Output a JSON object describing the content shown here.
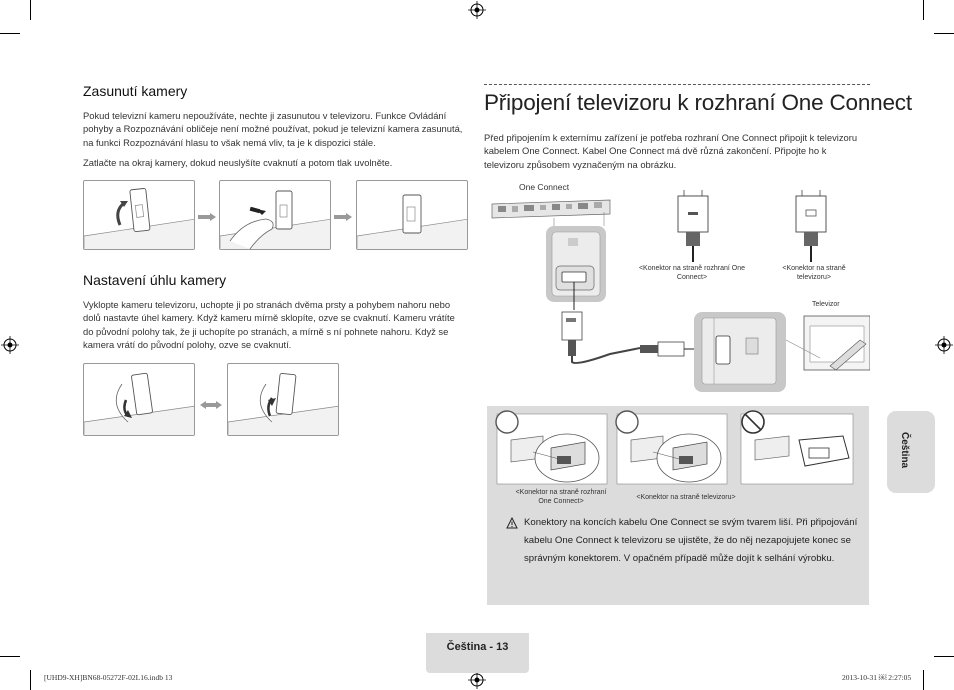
{
  "left": {
    "section1": {
      "heading": "Zasunutí kamery",
      "para1": "Pokud televizní kameru nepoužíváte, nechte ji zasunutou v televizoru. Funkce Ovládání pohyby a Rozpoznávání obličeje není možné používat, pokud je televizní kamera zasunutá, na funkci Rozpoznávání hlasu to však nemá vliv, ta je k dispozici stále.",
      "para2": "Zatlačte na okraj kamery, dokud neuslyšíte cvaknutí a potom tlak uvolněte."
    },
    "section2": {
      "heading": "Nastavení úhlu kamery",
      "para": "Vyklopte kameru televizoru, uchopte ji po stranách dvěma prsty a pohybem nahoru nebo dolů nastavte úhel kamery. Když kameru mírně sklopíte, ozve se cvaknutí. Kameru vrátíte do původní polohy tak, že ji uchopíte po stranách, a mírně s ní pohnete nahoru. Když se kamera vrátí do původní polohy, ozve se cvaknutí."
    }
  },
  "right": {
    "title": "Připojení televizoru k rozhraní One Connect",
    "intro": "Před připojením k externímu zařízení je potřeba rozhraní One Connect připojit k televizoru kabelem One Connect. Kabel One Connect má dvě různá zakončení. Připojte ho k televizoru způsobem vyznačeným na obrázku.",
    "diagram": {
      "one_connect_label": "One Connect",
      "connector_oc_label": "<Konektor na straně rozhraní One Connect>",
      "connector_tv_label": "<Konektor na straně televizoru>",
      "tv_label": "Televizor"
    },
    "panel": {
      "caption_left": "<Konektor na straně rozhraní One Connect>",
      "caption_right": "<Konektor na straně televizoru>",
      "warning_icon": "warning-triangle-icon",
      "warning": "Konektory na koncích kabelu One Connect se svým tvarem liší. Při připojování kabelu One Connect k televizoru se ujistěte, že do něj nezapojujete konec se správným konektorem. V opačném případě může dojít k selhání výrobku."
    }
  },
  "side_tab": "Čeština",
  "footer": {
    "page_label": "Čeština - 13",
    "file_info": "[UHD9-XH]BN68-05272F-02L16.indb 13",
    "date_info": "2013-10-31 ￼ 2:27:05"
  },
  "colors": {
    "panel_grey": "#dcdcdc",
    "text": "#222222"
  }
}
